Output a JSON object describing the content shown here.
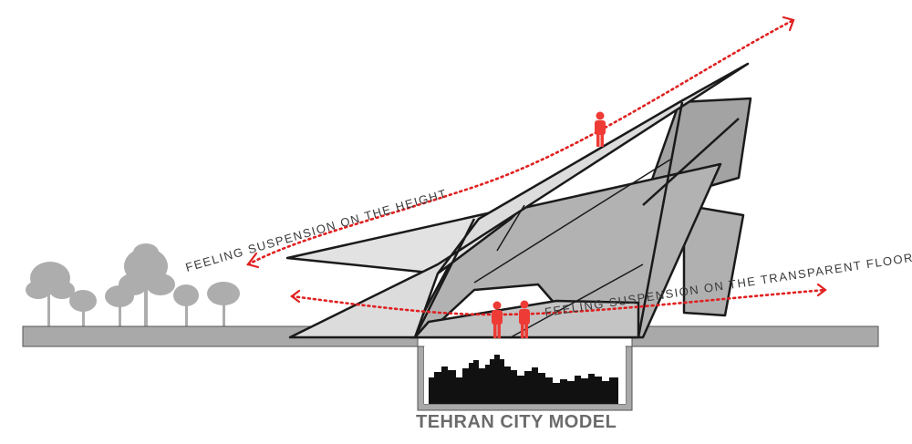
{
  "annotations": {
    "height": "FEELING SUSPENSION ON THE HEIGHT",
    "floor": "FEELING SUSPENSION ON THE TRANSPARENT FLOOR"
  },
  "caption": "TEHRAN CITY MODEL",
  "colors": {
    "ground": "#a9a9a9",
    "pit": "#b5b5b5",
    "roof_light": "#dcdcdc",
    "facet_mid": "#b9b9b9",
    "facet_dark": "#a3a3a3",
    "outline": "#1a1a1a",
    "figure": "#ee3b36",
    "path": "#e02020",
    "tree": "#a5a5a5",
    "city": "#111111",
    "caption": "#6b6b6b"
  }
}
